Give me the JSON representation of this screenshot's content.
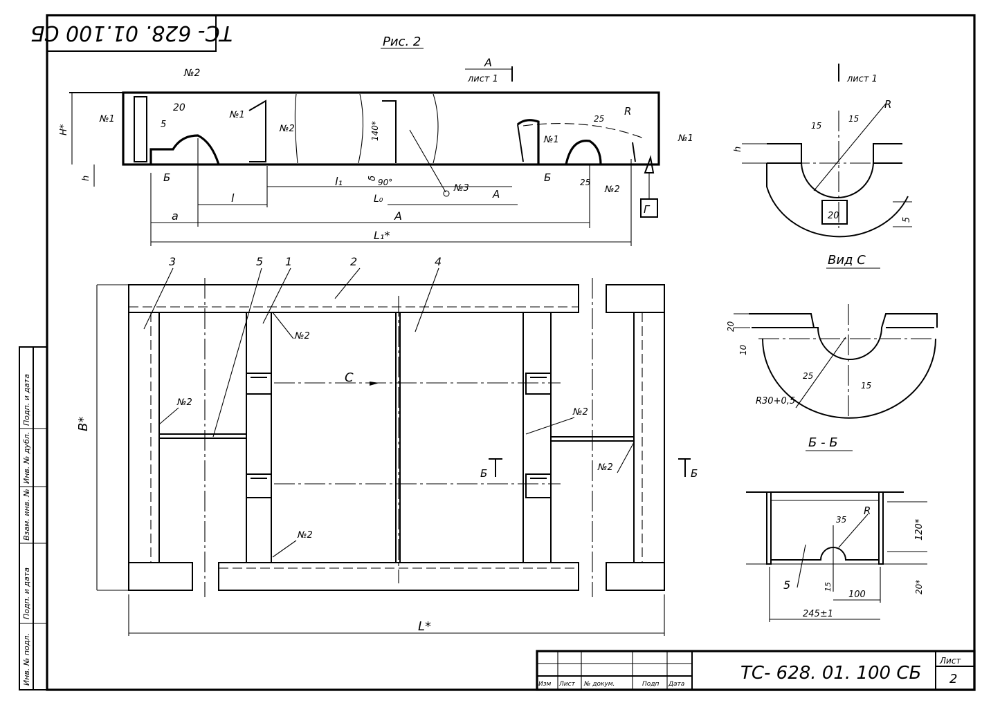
{
  "drawing": {
    "doc_code_rotated": "ТС- 628. 01.100 СБ",
    "figure_label": "Рис. 2",
    "section_A": "А",
    "sheet_ref_A": "лист 1",
    "sheet_ref_I": "лист 1",
    "view_c_title": "Вид С",
    "section_bb_title": "Б - Б",
    "section_mark_b": "Б",
    "arrow_c": "С",
    "section_B_letter": "Б"
  },
  "side_view": {
    "labels": [
      "№2",
      "№1",
      "№1",
      "№2",
      "№1",
      "№2",
      "№1",
      "№3",
      "20",
      "5",
      "R",
      "25",
      "25",
      "Б",
      "Б",
      "А",
      "Г",
      "140*",
      "H*",
      "h",
      "δ",
      "90°"
    ],
    "dims": {
      "l": "l",
      "l1": "l₁",
      "l0": "L₀",
      "a": "a",
      "A": "A",
      "L1": "L₁*"
    }
  },
  "plan_view": {
    "positions": [
      "3",
      "5",
      "1",
      "2",
      "4"
    ],
    "weld_marks": [
      "№2",
      "№2",
      "№2",
      "№2",
      "№2"
    ],
    "dim_B": "B*",
    "dim_L": "L*",
    "section_mark": "Б"
  },
  "detail_I": {
    "labels": [
      "R",
      "15",
      "15",
      "h",
      "20",
      "5"
    ]
  },
  "view_C": {
    "labels": [
      "20",
      "10",
      "25",
      "15",
      "R30+0,5"
    ]
  },
  "section_BB": {
    "labels": [
      "R",
      "35",
      "120*",
      "20*",
      "5",
      "100",
      "15",
      "245±1"
    ]
  },
  "title_block": {
    "doc_number": "ТС- 628. 01. 100 СБ",
    "sheet_label": "Лист",
    "sheet_number": "2",
    "col_izm": "Изм",
    "col_list": "Лист",
    "col_doc": "№ докум.",
    "col_sign": "Подп",
    "col_date": "Дата"
  },
  "side_stamp": [
    "Инв. № подл.",
    "Подп. и дата",
    "Взам. инв. №",
    "Инв. № дубл.",
    "Подп. и дата"
  ]
}
